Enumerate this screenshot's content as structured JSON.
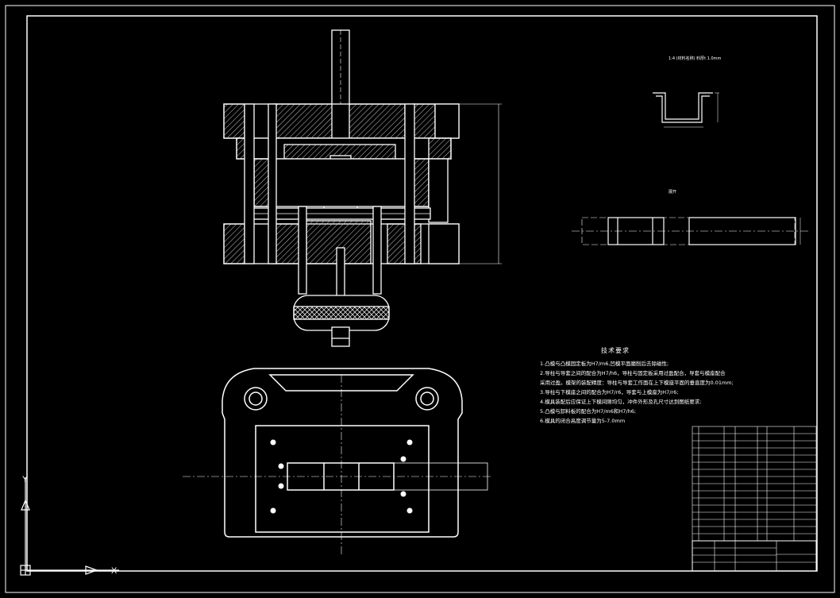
{
  "drawing": {
    "background": "#000000",
    "line_color": "#ffffff",
    "hatch_color": "#cfcfcf"
  },
  "part_view_label": "1:4  (材料名称)  料厚t  1.0mm",
  "section_label": "展开",
  "technical_requirements": {
    "title": "技术要求",
    "lines": [
      "1.凸模与凸模固定板为H7/m6,凹模平面磨削后去除磁性;",
      "2.导柱与导套之间的配合为H7/h6，导柱与固定板采用过盈配合，导套与模座配合",
      "   采用过盈。模架的装配精度：导柱与导套工作面在上下模座平面的垂直度为0.01mm;",
      "3.导柱与下模座之间的配合为H7/r6，导套与上模座为H7/r6;",
      "4.模具装配后应保证上下模间隙均匀，冲件外形及孔尺寸达到图纸要求;",
      "5.凸模与卸料板的配合为H7/m6和H7/h6;",
      "6.模具的闭合高度调节量为5-7.0mm"
    ]
  },
  "axis_labels": {
    "y": "Y",
    "x": "X"
  }
}
